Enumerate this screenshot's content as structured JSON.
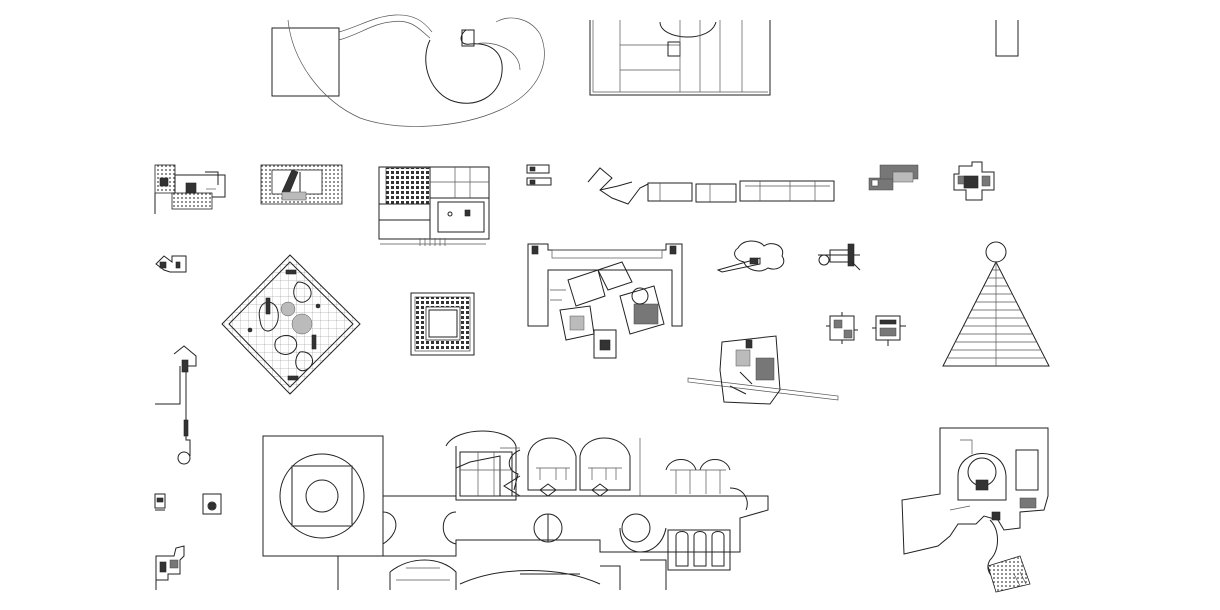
{
  "colors": {
    "background": "#ffffff",
    "line": "#222222",
    "fill_dark": "#333333",
    "fill_mid": "#777777"
  },
  "drawings": [
    "plan-organic-garden",
    "plan-sliced-block",
    "plan-small-tall-rect",
    "plan-dotted-house",
    "plan-hatched-pavilion",
    "plan-grid-villa",
    "plan-small-twin-blocks",
    "plan-linear-bar-building",
    "plan-gray-cluster",
    "plan-cross-house",
    "plan-tiny-square",
    "plan-diamond-grid-pavilion",
    "plan-courtyard-square",
    "plan-courtyard-complex",
    "plan-cloud-pavilion",
    "plan-small-tower",
    "plan-stepped-pyramid",
    "plan-linear-tower-stem",
    "plan-twin-cross-plans",
    "plan-diagonal-campus",
    "plan-bath-rotunda-complex",
    "plan-hillside-house",
    "plan-small-cell-a",
    "plan-small-cell-b",
    "plan-corner-fragment",
    "plan-small-round-cell"
  ]
}
